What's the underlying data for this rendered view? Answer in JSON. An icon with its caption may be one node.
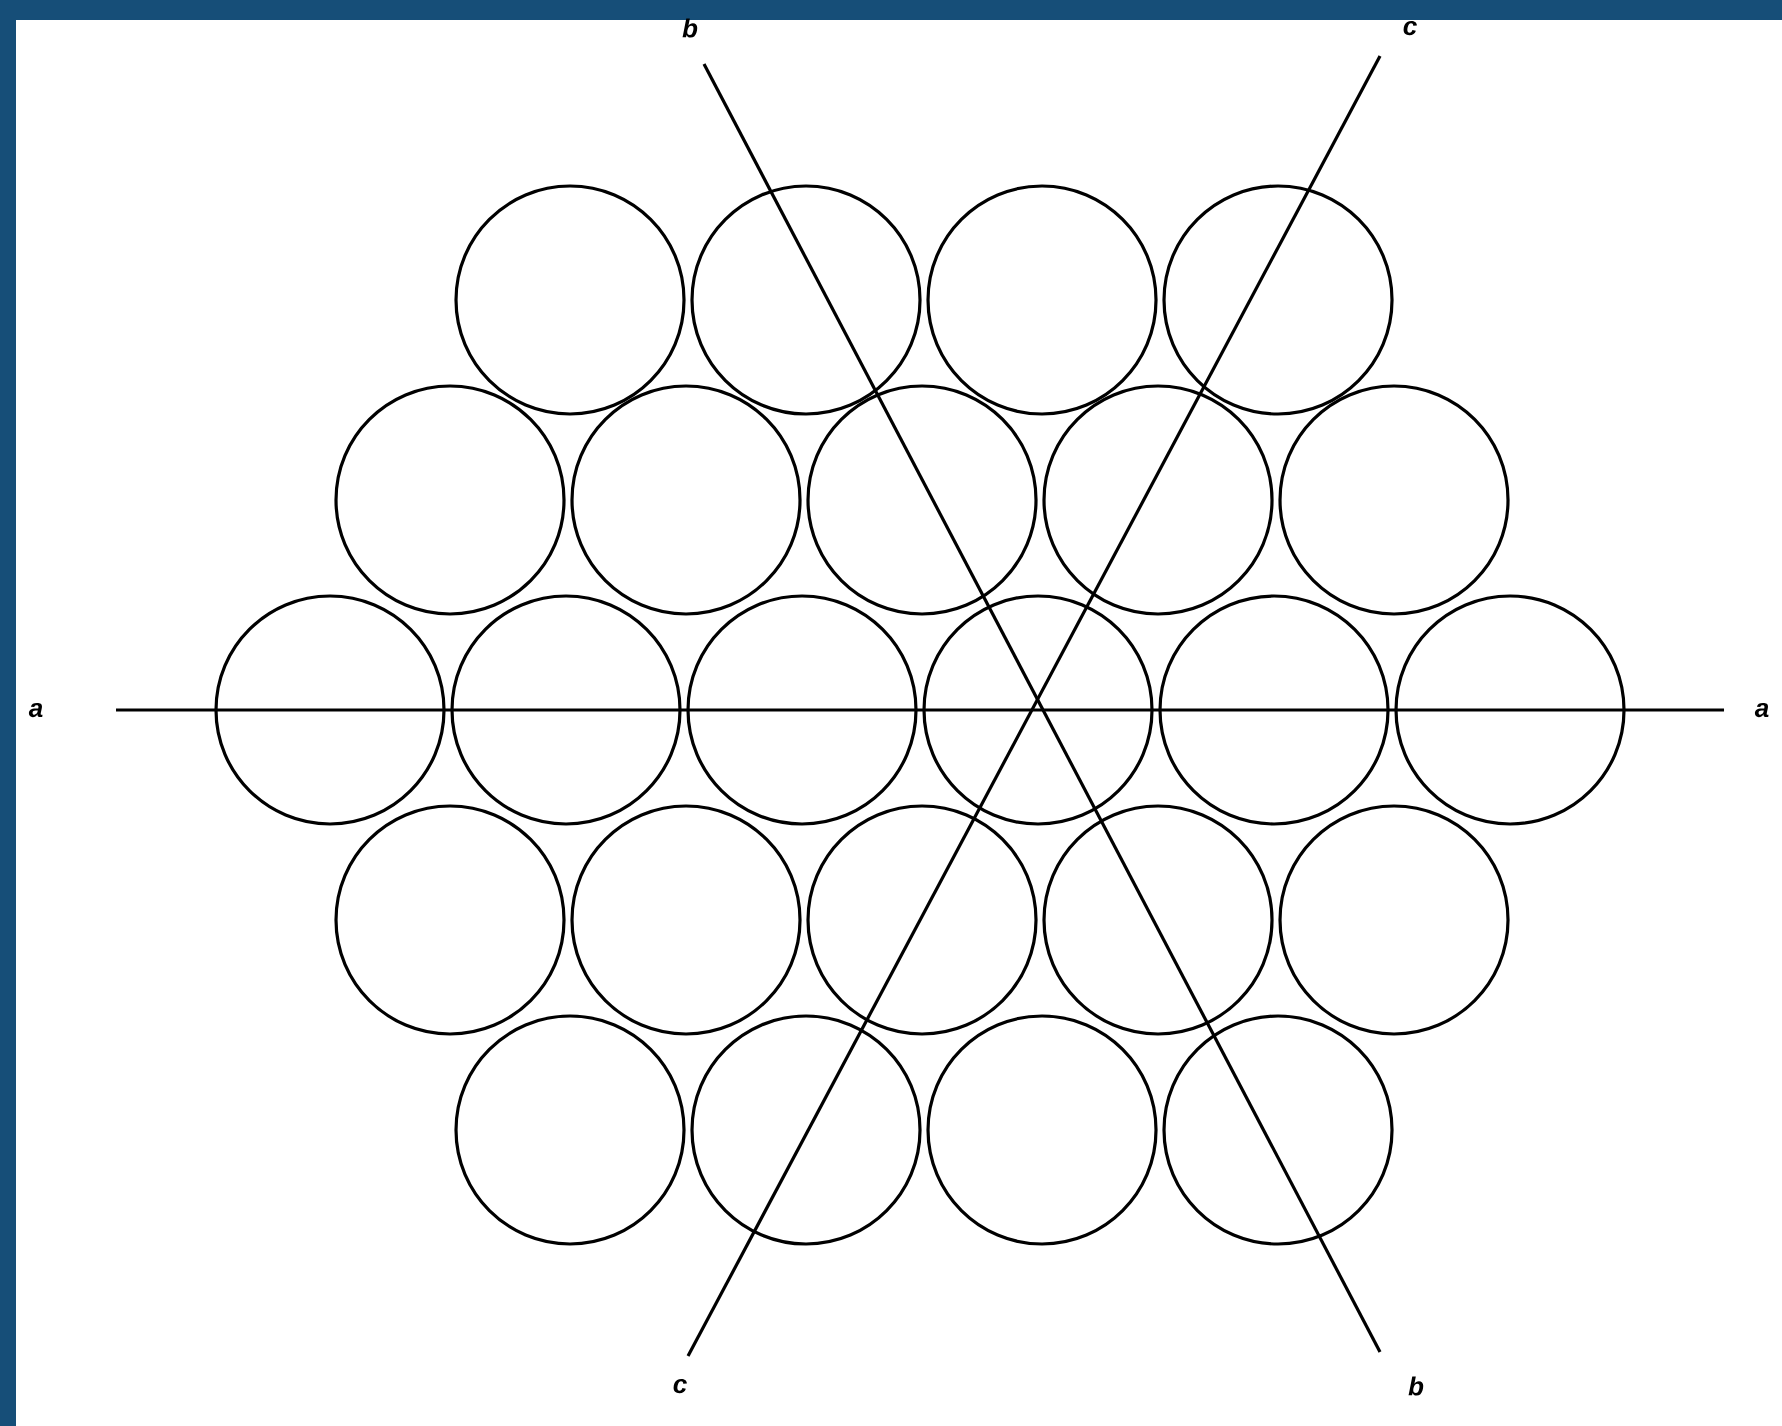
{
  "diagram": {
    "labels": [
      "b",
      "c",
      "a",
      "a",
      "c",
      "b"
    ]
  }
}
